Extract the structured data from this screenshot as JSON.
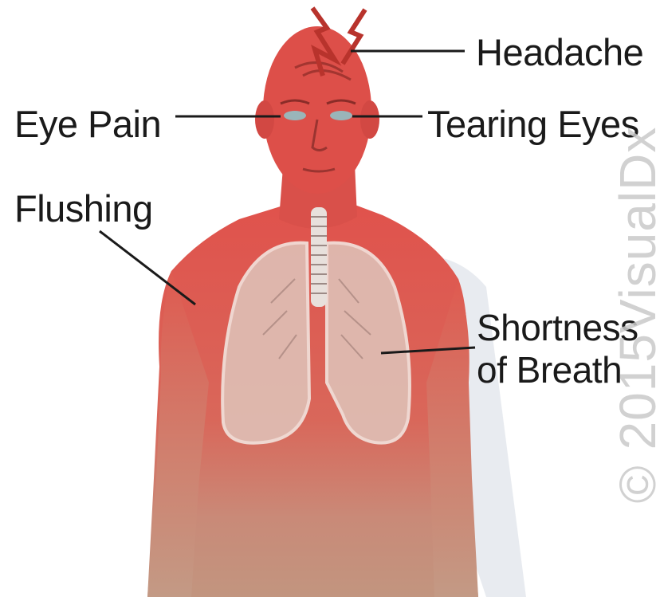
{
  "labels": {
    "headache": "Headache",
    "eye_pain": "Eye Pain",
    "tearing_eyes": "Tearing Eyes",
    "flushing": "Flushing",
    "shortness_line1": "Shortness",
    "shortness_line2": "of Breath"
  },
  "watermark": "© 2015VisualDx",
  "colors": {
    "skin_red": "#d9534a",
    "skin_tan": "#c49078",
    "lung_fill": "#dfc0b6",
    "line": "#1a1a1a",
    "watermark": "#c9c9c9"
  }
}
